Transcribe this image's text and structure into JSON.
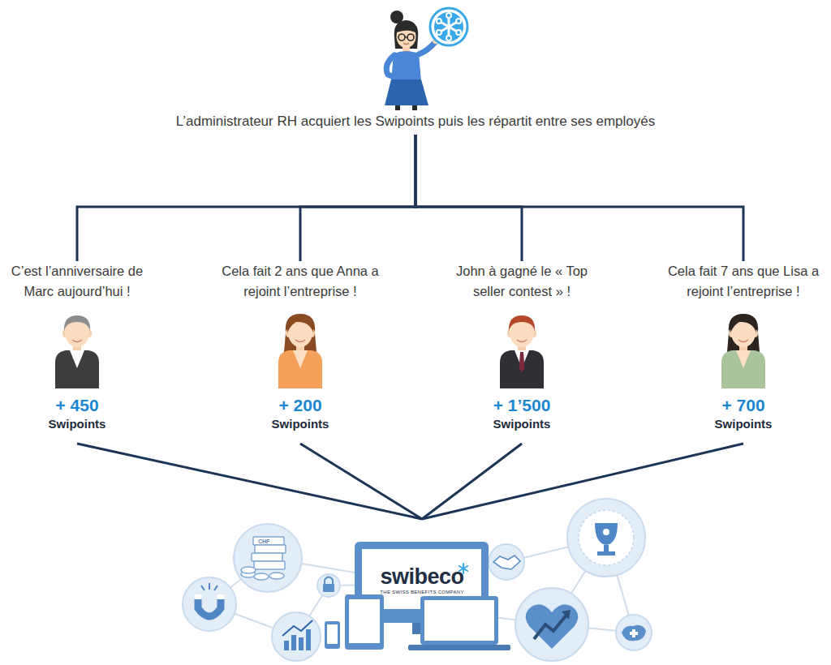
{
  "diagram": {
    "nodes": [
      {
        "text": [
          "L’administrateur RH acquiert les Swipoints puis les répartit entre ses employés"
        ]
      },
      {
        "text": [
          "C’est l’anniversaire de Marc aujourd’hui !",
          "+ 450",
          "Swipoints"
        ]
      },
      {
        "text": [
          "Cela fait 2 ans que Anna a rejoint l’entreprise !",
          "+ 200",
          "Swipoints"
        ]
      },
      {
        "text": [
          "John à gagné le « Top seller contest » !",
          "+ 1’500",
          "Swipoints"
        ]
      },
      {
        "text": [
          "Cela fait 7 ans que Lisa a rejoint l’entreprise !",
          "+ 700",
          "Swipoints"
        ]
      },
      {
        "text": [
          "swibeco",
          "THE SWISS BENEFITS COMPANY"
        ]
      }
    ],
    "edges": [
      {
        "from": 0,
        "to": 1,
        "arrow": "none"
      },
      {
        "from": 0,
        "to": 2,
        "arrow": "none"
      },
      {
        "from": 0,
        "to": 3,
        "arrow": "none"
      },
      {
        "from": 0,
        "to": 4,
        "arrow": "none"
      },
      {
        "from": 1,
        "to": 5,
        "arrow": "none"
      },
      {
        "from": 2,
        "to": 5,
        "arrow": "none"
      },
      {
        "from": 3,
        "to": 5,
        "arrow": "none"
      },
      {
        "from": 4,
        "to": 5,
        "arrow": "none"
      }
    ],
    "labels": [
      "CHF"
    ]
  }
}
